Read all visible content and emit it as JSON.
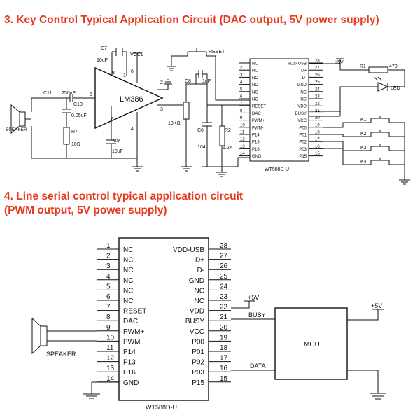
{
  "headings": {
    "section3": "3. Key Control Typical Application Circuit (DAC output, 5V power supply)",
    "section4_line1": "4. Line serial control typical application circuit",
    "section4_line2": "(PWM output, 5V power supply)"
  },
  "chip": {
    "name": "WT588D-U",
    "left_pins": [
      {
        "num": "1",
        "name": "NC"
      },
      {
        "num": "2",
        "name": "NC"
      },
      {
        "num": "3",
        "name": "NC"
      },
      {
        "num": "4",
        "name": "NC"
      },
      {
        "num": "5",
        "name": "NC"
      },
      {
        "num": "6",
        "name": "NC"
      },
      {
        "num": "7",
        "name": "RESET"
      },
      {
        "num": "8",
        "name": "DAC"
      },
      {
        "num": "9",
        "name": "PWM+"
      },
      {
        "num": "10",
        "name": "PWM-"
      },
      {
        "num": "11",
        "name": "P14"
      },
      {
        "num": "12",
        "name": "P13"
      },
      {
        "num": "13",
        "name": "P16"
      },
      {
        "num": "14",
        "name": "GND"
      }
    ],
    "right_pins": [
      {
        "num": "28",
        "name": "VDD-USB"
      },
      {
        "num": "27",
        "name": "D+"
      },
      {
        "num": "26",
        "name": "D-"
      },
      {
        "num": "25",
        "name": "GND"
      },
      {
        "num": "24",
        "name": "NC"
      },
      {
        "num": "23",
        "name": "NC"
      },
      {
        "num": "22",
        "name": "VDD"
      },
      {
        "num": "21",
        "name": "BUSY"
      },
      {
        "num": "20",
        "name": "VCC"
      },
      {
        "num": "19",
        "name": "P00"
      },
      {
        "num": "18",
        "name": "P01"
      },
      {
        "num": "17",
        "name": "P02"
      },
      {
        "num": "16",
        "name": "P03"
      },
      {
        "num": "15",
        "name": "P15"
      }
    ]
  },
  "circuit3": {
    "amp": "LM386",
    "c7": "C7",
    "c7_val": "10uF",
    "vcc1": "VCC1",
    "c11": "C11",
    "c11_val": "250uF",
    "c10": "C10",
    "c10_val": "0.05uF",
    "r7": "R7",
    "r7_val": "10Ω",
    "c9": "C9",
    "c9_val": "10uF",
    "c8": "C8",
    "c8_val": "1uF",
    "pot": "10KΩ",
    "c6": "C6",
    "c6_val": "104",
    "r2": "R2",
    "r2_val": "1.2K",
    "reset": "RESET",
    "speaker": "SPEAKER",
    "pin5": "5",
    "pin2": "2",
    "pin3": "3",
    "pin6": "6",
    "pin7": "7",
    "pin4": "4",
    "pin8": "8",
    "pin1": "1",
    "plus5v": "+5V",
    "r1": "R1",
    "r1_val": "470",
    "led": "LED",
    "keys": [
      "K1",
      "K2",
      "K3",
      "K4"
    ]
  },
  "circuit4": {
    "speaker": "SPEAKER",
    "plus5v_a": "+5V",
    "plus5v_b": "+5V",
    "busy": "BUSY",
    "data": "DATA",
    "mcu": "MCU"
  }
}
